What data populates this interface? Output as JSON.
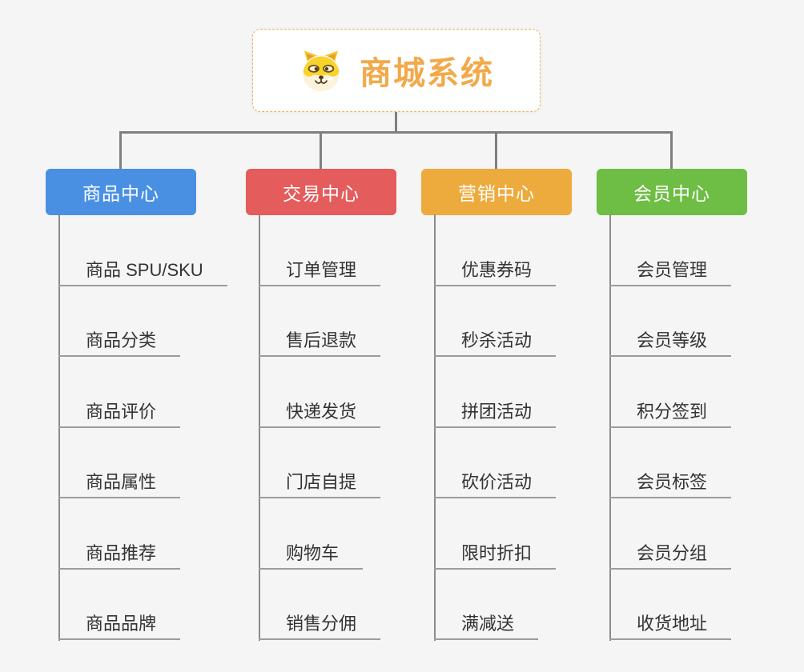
{
  "root": {
    "title": "商城系统",
    "icon": "dog-face-icon"
  },
  "colors": {
    "bg": "#f5f5f5",
    "line": "#7f7f7f",
    "spine": "#8b8b8b",
    "underline": "#9c9c9c",
    "item-text": "#333333",
    "root-border": "#f2b05a",
    "root-title": "#f2a94a"
  },
  "branches": [
    {
      "label": "商品中心",
      "color": "#4a90e2",
      "items": [
        "商品 SPU/SKU",
        "商品分类",
        "商品评价",
        "商品属性",
        "商品推荐",
        "商品品牌"
      ]
    },
    {
      "label": "交易中心",
      "color": "#e45c5c",
      "items": [
        "订单管理",
        "售后退款",
        "快递发货",
        "门店自提",
        "购物车",
        "销售分佣"
      ]
    },
    {
      "label": "营销中心",
      "color": "#edaa3d",
      "items": [
        "优惠券码",
        "秒杀活动",
        "拼团活动",
        "砍价活动",
        "限时折扣",
        "满减送"
      ]
    },
    {
      "label": "会员中心",
      "color": "#6ebd44",
      "items": [
        "会员管理",
        "会员等级",
        "积分签到",
        "会员标签",
        "会员分组",
        "收货地址"
      ]
    }
  ]
}
